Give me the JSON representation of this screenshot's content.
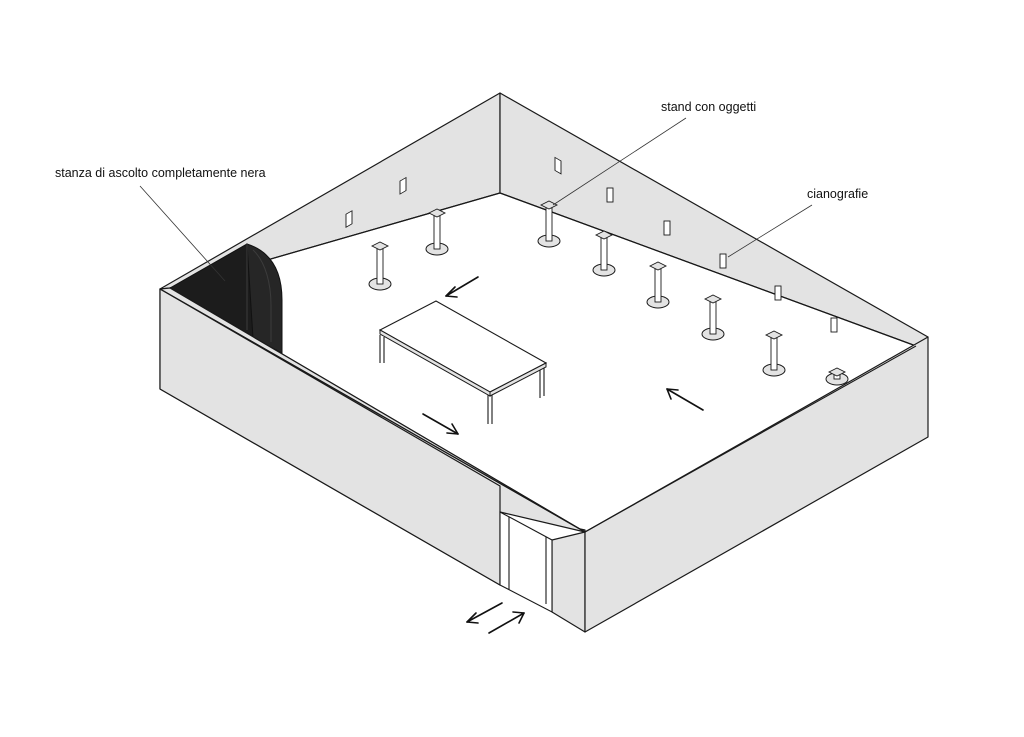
{
  "labels": {
    "listening_room": "stanza di ascolto completamente nera",
    "stands": "stand con oggetti",
    "cyanotypes": "cianografie"
  },
  "colors": {
    "wall": "#e3e3e3",
    "floor": "#ffffff",
    "outline": "#1a1a1a",
    "listening_room": "#1c1c1c"
  }
}
